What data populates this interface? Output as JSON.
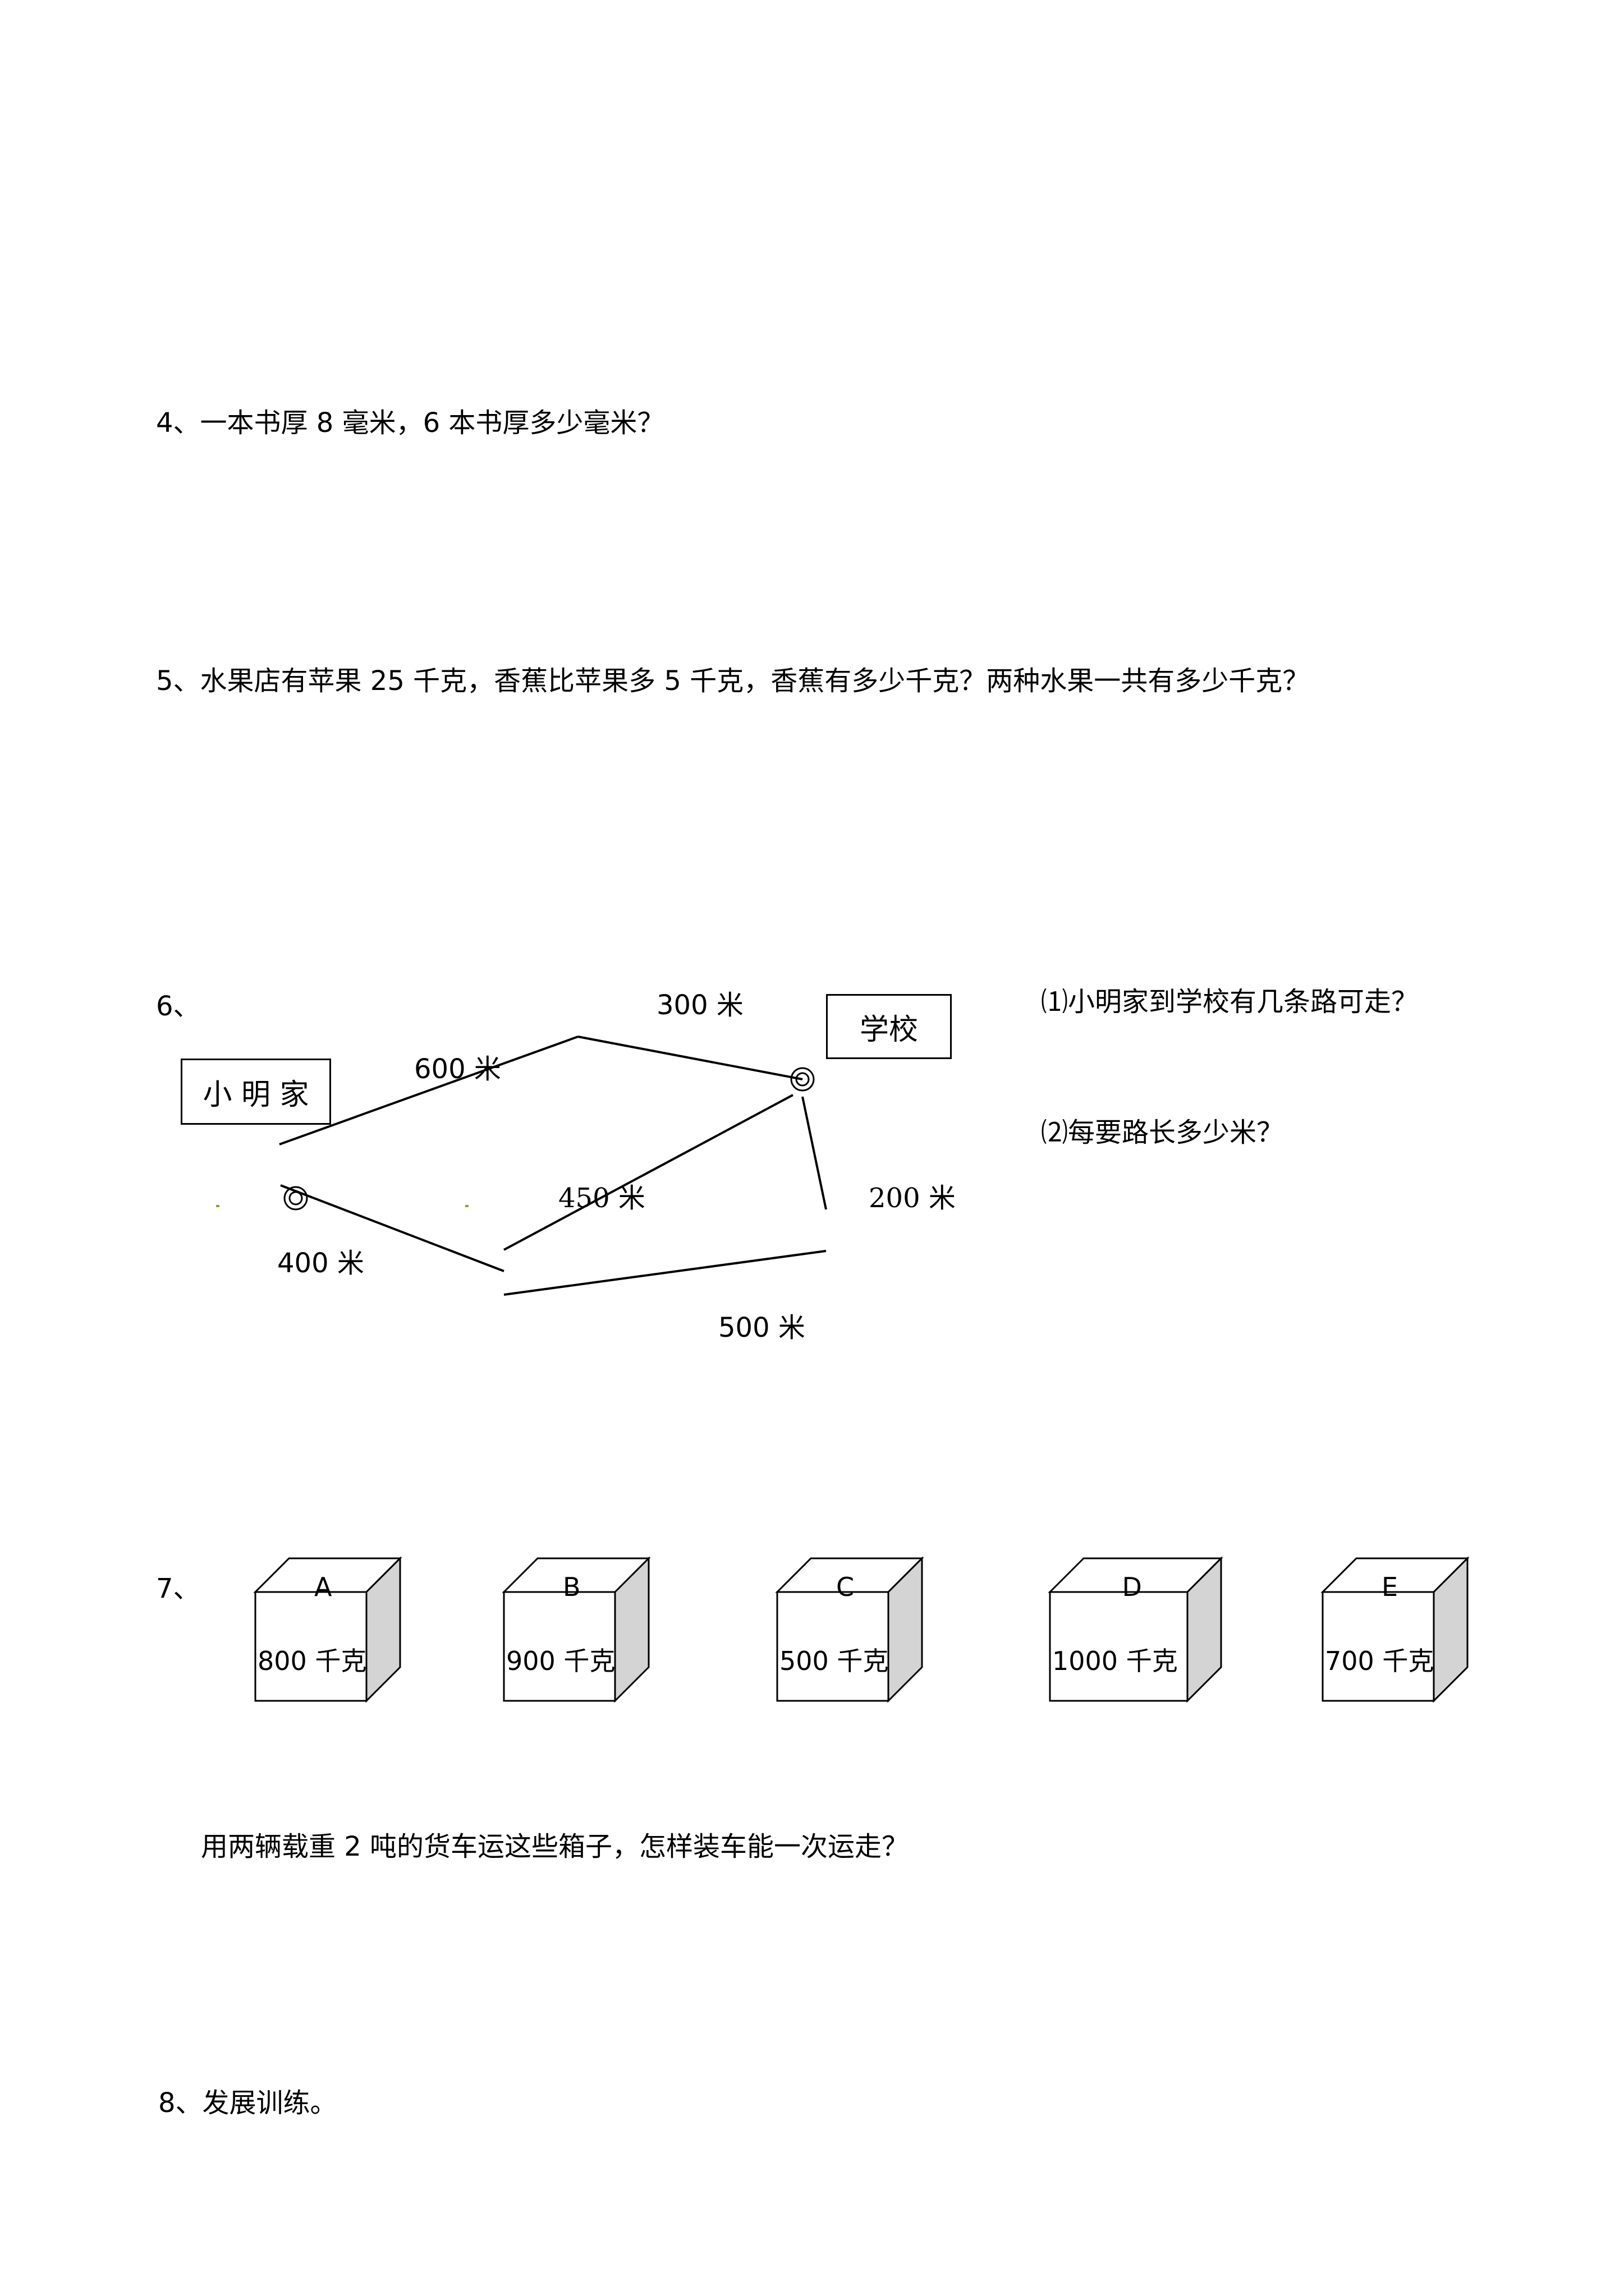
{
  "questions": {
    "q4": "4、一本书厚 8 毫米，6 本书厚多少毫米？",
    "q5": "5、水果店有苹果 25 千克，香蕉比苹果多 5 千克，香蕉有多少千克？两种水果一共有多少千克？",
    "q6_number": "6、",
    "q6_sub1": "⑴小明家到学校有几条路可走？",
    "q6_sub2": "⑵每要路长多少米？",
    "q7_number": "7、",
    "q7_text": "用两辆载重 2 吨的货车运这些箱子，怎样装车能一次运走？",
    "q8": "8、发展训练。"
  },
  "route_map": {
    "home_label": "小 明 家",
    "school_label": "学校",
    "distances": {
      "d300": "300 米",
      "d600": "600 米",
      "d450": "450 米",
      "d200": "200 米",
      "d400": "400 米",
      "d500": "500 米"
    }
  },
  "boxes": [
    {
      "letter": "A",
      "weight": "800 千克"
    },
    {
      "letter": "B",
      "weight": "900 千克"
    },
    {
      "letter": "C",
      "weight": "500 千克"
    },
    {
      "letter": "D",
      "weight": "1000 千克"
    },
    {
      "letter": "E",
      "weight": "700 千克"
    }
  ]
}
